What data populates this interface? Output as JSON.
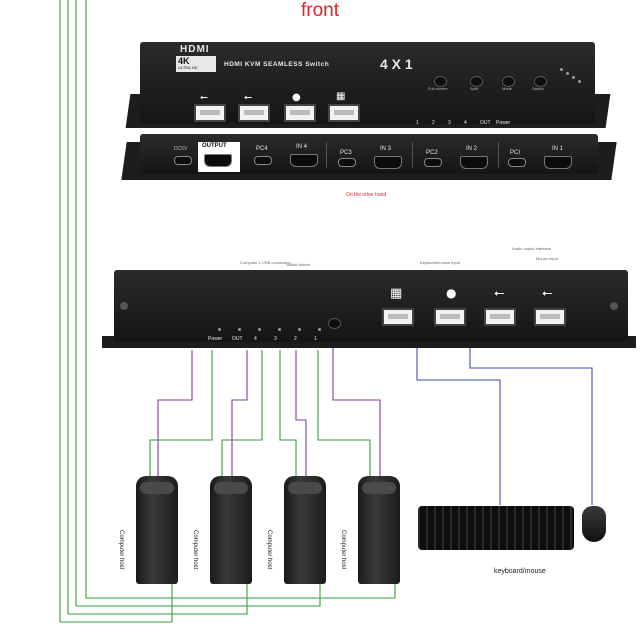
{
  "heading": "front",
  "front_panel": {
    "brand_logo": "HDMI",
    "badge_top": "4K",
    "badge_bottom": "ULTRA HD",
    "product_name": "HDMI KVM SEAMLESS Switch",
    "ratio": "4 X 1",
    "buttons": [
      "Full screen",
      "Split",
      "Mode",
      "Switch"
    ],
    "usb_icons": [
      "usb-icon",
      "usb-icon",
      "mouse-icon",
      "keyboard-icon"
    ],
    "led_labels": [
      "1",
      "2",
      "3",
      "4",
      "OUT",
      "Power"
    ]
  },
  "rear_panel": {
    "dc_label": "DC5V",
    "output_label": "OUTPUT",
    "groups": [
      {
        "pc": "PC4",
        "in": "IN 4"
      },
      {
        "pc": "PC3",
        "in": "IN 3"
      },
      {
        "pc": "PC2",
        "in": "IN 2"
      },
      {
        "pc": "PCI",
        "in": "IN 1"
      }
    ],
    "caption": "On the other hand"
  },
  "side_view": {
    "top_captions": [
      "Audio output interface",
      "Computer 1 USB connection",
      "Keyboard/mouse input",
      "Switch button",
      "Mouse input"
    ],
    "led_labels": [
      "Power",
      "OUT",
      "4",
      "3",
      "2",
      "1"
    ]
  },
  "hosts": [
    "Computer host",
    "Computer host",
    "Computer host",
    "Computer host"
  ],
  "peripheral_caption": "keyboard/mouse",
  "colors": {
    "accent_red": "#d8262a",
    "cable_green": "#3a9a3a",
    "cable_purple": "#7a3f9a",
    "cable_blue": "#3a4fb0",
    "device_black": "#1e1e1e"
  }
}
